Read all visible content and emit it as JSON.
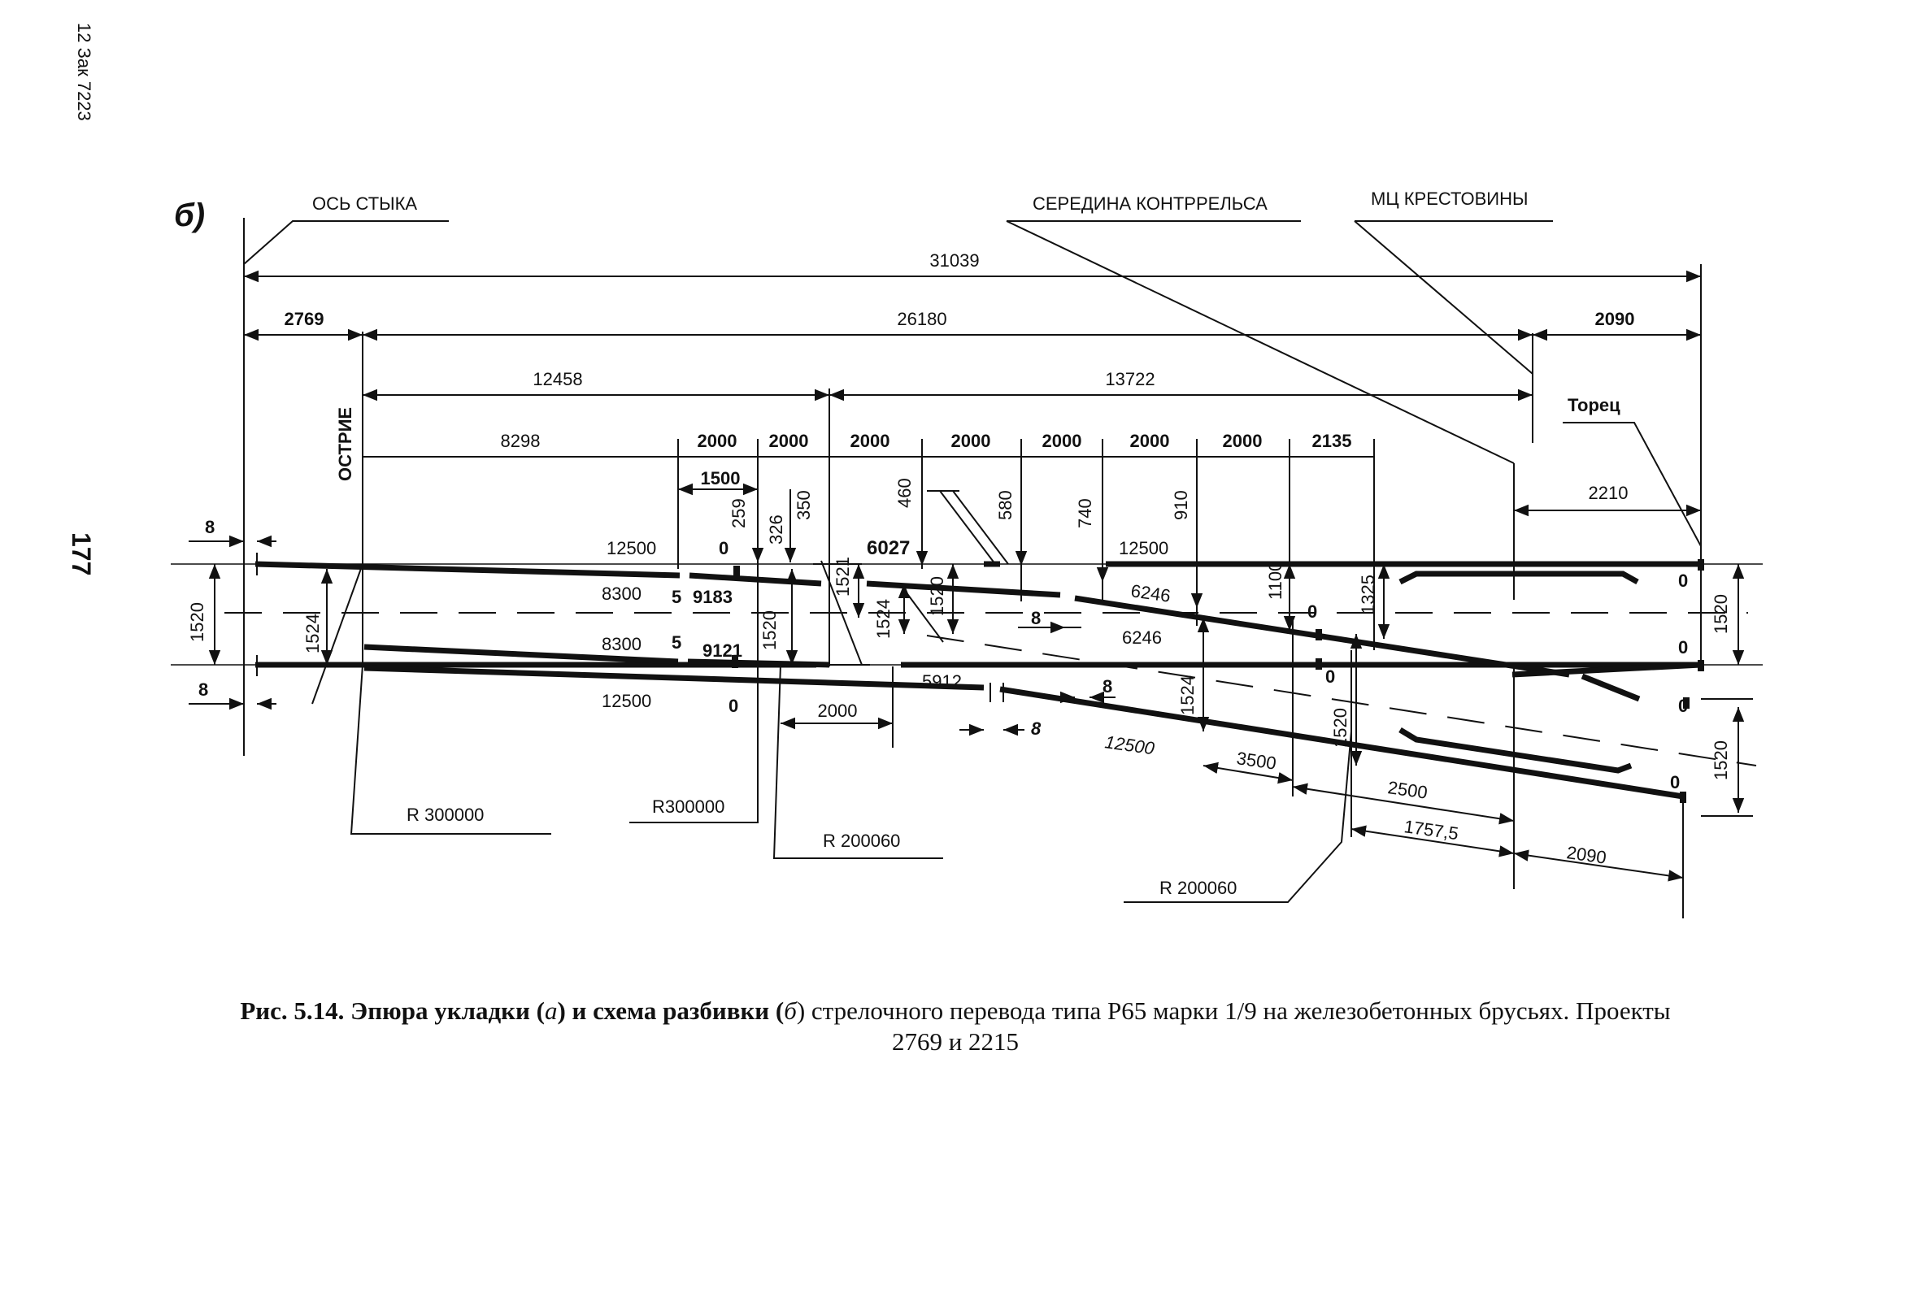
{
  "margin_note": "12 Зак 7223",
  "page_number": "177",
  "panel_label": "б)",
  "labels": {
    "joint_axis": "ОСЬ СТЫКА",
    "guard_rail_middle": "СЕРЕДИНА КОНТРРЕЛЬСА",
    "frog_center": "МЦ КРЕСТОВИНЫ",
    "point_tip": "ОСТРИЕ",
    "end_face": "Торец"
  },
  "dimensions": {
    "total": "31039",
    "left_offset": "2769",
    "main_span": "26180",
    "right_offset": "2090",
    "first_half": "12458",
    "second_half": "13722",
    "segments": [
      "8298",
      "2000",
      "2000",
      "2000",
      "2000",
      "2000",
      "2000",
      "2000",
      "2135"
    ],
    "d1500": "1500",
    "gap_8_top": "8",
    "gap_8_bottom": "8",
    "d2210": "2210",
    "offsets_vertical": [
      "259",
      "326",
      "350",
      "460",
      "580",
      "740",
      "910"
    ],
    "gauge_left": "1520",
    "gauge_1524": "1524",
    "gauge_right_main": "1520",
    "gauge_right_div": "1520",
    "g1521": "1521",
    "g1520_a": "1520",
    "g1524_a": "1524",
    "g1520_b": "1520",
    "g1524_b": "1524",
    "g1520_c": "1520",
    "g1100": "1100",
    "g1325": "1325",
    "rail_12500_top_left": "12500",
    "rail_0_a": "0",
    "rail_6027": "6027",
    "rail_12500_top_right": "12500",
    "rail_8300_top": "8300",
    "rail_5_top": "5",
    "rail_9183": "9183",
    "rail_6246_a": "6246",
    "rail_6246_b": "6246",
    "rail_8_mid": "8",
    "rail_0_b": "0",
    "rail_0_r1": "0",
    "rail_0_r2": "0",
    "rail_8300_bot": "8300",
    "rail_5_bot": "5",
    "rail_9121": "9121",
    "rail_5912": "5912",
    "rail_8_low": "8",
    "rail_0_c": "0",
    "rail_0_r3": "0",
    "rail_12500_bot_left": "12500",
    "rail_0_d": "0",
    "d2000_low": "2000",
    "rail_8_bot": "8",
    "rail_12500_div": "12500",
    "d3500": "3500",
    "d2500": "2500",
    "d1757": "1757,5",
    "d2090_low": "2090",
    "rail_0_r4": "0"
  },
  "radii": {
    "r1": "R 300000",
    "r2": "R300000",
    "r3": "R 200060",
    "r4": "R 200060"
  },
  "caption": {
    "line1_prefix": "Рис. 5.14. Эпюра укладки (",
    "a": "а",
    "line1_mid": ") и схема разбивки (",
    "b": "б",
    "line1_rest": ") стрелочного перевода типа Р65 марки 1/9 на железобетонных брусьях. Проекты",
    "line2": "2769 и 2215"
  }
}
